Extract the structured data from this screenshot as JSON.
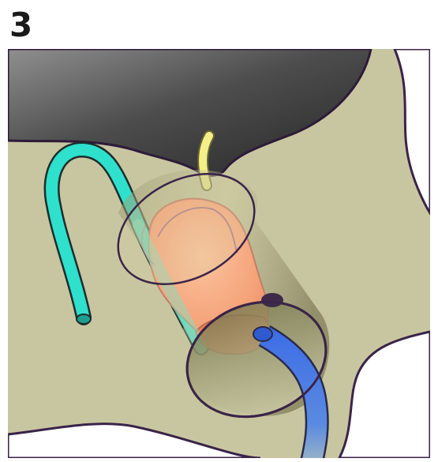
{
  "step_number": "3",
  "colors": {
    "background": "#c8c6a0",
    "outline": "#3a2448",
    "dark_mass": "#4a4a4a",
    "teal_tube": "#2fe0cc",
    "yellow_tube": "#f3f08a",
    "blue_tube": "#4f7ee8",
    "organ": "#f7ad80",
    "sleeve": "#a9a57a"
  },
  "icons": [
    "teal-tube",
    "yellow-tube",
    "blue-tube",
    "organ",
    "cylindrical-sleeve",
    "dark-mass"
  ]
}
